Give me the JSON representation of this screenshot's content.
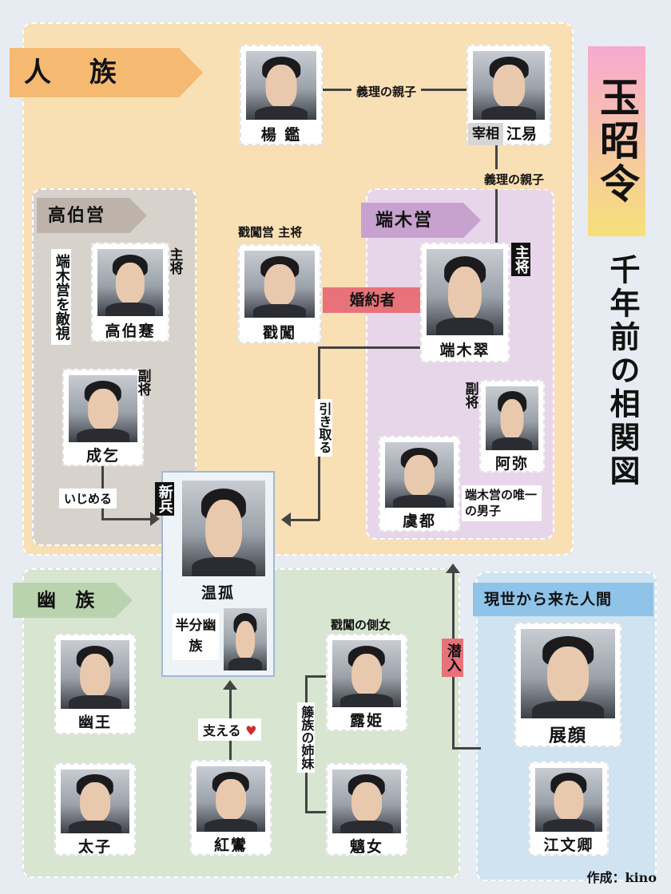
{
  "title": "玉昭令",
  "subtitle": "千年前の相関図",
  "credit": "作成：kino",
  "groups": {
    "human": "人 族",
    "gao": "高伯営",
    "duanmu": "端木営",
    "yu": "幽 族",
    "modern": "現世から来た人間"
  },
  "characters": {
    "yang_jian": "楊 鑑",
    "jiang_yi_role": "宰相",
    "jiang_yi": "江易",
    "gao_boqian": "高伯蹇",
    "qi_chuang": "戳闖",
    "duanmu_cui": "端木翠",
    "cheng_yi": "成乞",
    "a_mi": "阿弥",
    "yu_du": "虞都",
    "wen_gu": "温孤",
    "you_wang": "幽王",
    "lu_ji": "露姫",
    "tai_zi": "太子",
    "hong_luan": "紅鸞",
    "chi_nv": "魑女",
    "zhan_yan": "展顔",
    "jiang_wenqing": "江文卿"
  },
  "labels": {
    "adopt1": "義理の親子",
    "adopt2": "義理の親子",
    "qi_role": "戳闖営 主将",
    "engaged": "婚約者",
    "gao_role": "主将",
    "gao_note": "端木営を敵視",
    "dm_role": "主将",
    "cheng_role": "副将",
    "ami_role": "副将",
    "yudu_note": "端木営の唯一の男子",
    "bully": "いじめる",
    "take_in": "引き取る",
    "recruit": "新兵",
    "half": "半分幽族",
    "support": "支える",
    "heart": "♥",
    "qi_concubine": "戳闖の側女",
    "sisters": "籐族の姉妹",
    "infiltrate": "潜入"
  },
  "colors": {
    "human": "#f9dfb4",
    "gao": "#d8d2cc",
    "duanmu": "#e7d6ea",
    "yu": "#d7e5d1",
    "modern": "#cfe3f1",
    "engaged": "#e8727a",
    "title_gradient_top": "#f7a9d1",
    "title_gradient_bottom": "#f6e07a"
  }
}
